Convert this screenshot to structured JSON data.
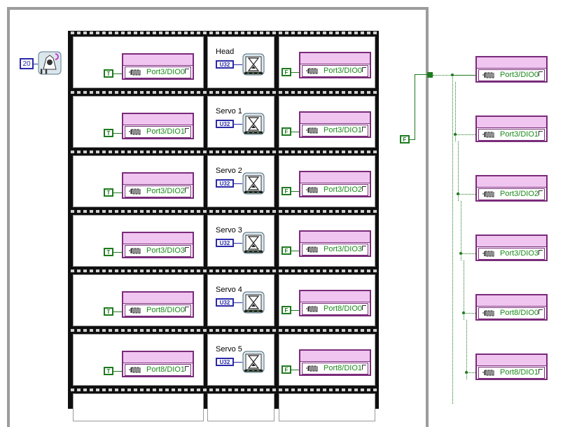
{
  "loop_count": "20",
  "rows": [
    {
      "port": "Port3/DIO0",
      "wait_label": "Head",
      "left_const": "T",
      "right_const": "F"
    },
    {
      "port": "Port3/DIO1",
      "wait_label": "Servo 1",
      "left_const": "T",
      "right_const": "F"
    },
    {
      "port": "Port3/DIO2",
      "wait_label": "Servo 2",
      "left_const": "T",
      "right_const": "F"
    },
    {
      "port": "Port3/DIO3",
      "wait_label": "Servo 3",
      "left_const": "T",
      "right_const": "F"
    },
    {
      "port": "Port8/DIO0",
      "wait_label": "Servo 4",
      "left_const": "T",
      "right_const": "F"
    },
    {
      "port": "Port8/DIO1",
      "wait_label": "Servo 5",
      "left_const": "T",
      "right_const": "F"
    }
  ],
  "u32_label": "U32",
  "false_const": "F",
  "right_column": [
    {
      "port": "Port3/DIO0"
    },
    {
      "port": "Port3/DIO1"
    },
    {
      "port": "Port3/DIO2"
    },
    {
      "port": "Port3/DIO3"
    },
    {
      "port": "Port8/DIO0"
    },
    {
      "port": "Port8/DIO1"
    }
  ],
  "colors": {
    "bool_green": "#1f7a1f",
    "u32_blue": "#2a2aa8",
    "io_purple": "#7a2b7a",
    "io_pink": "#f0c5f0"
  },
  "icons": [
    "loop-counter-icon",
    "wait-ms-icon",
    "square-wave-icon"
  ]
}
